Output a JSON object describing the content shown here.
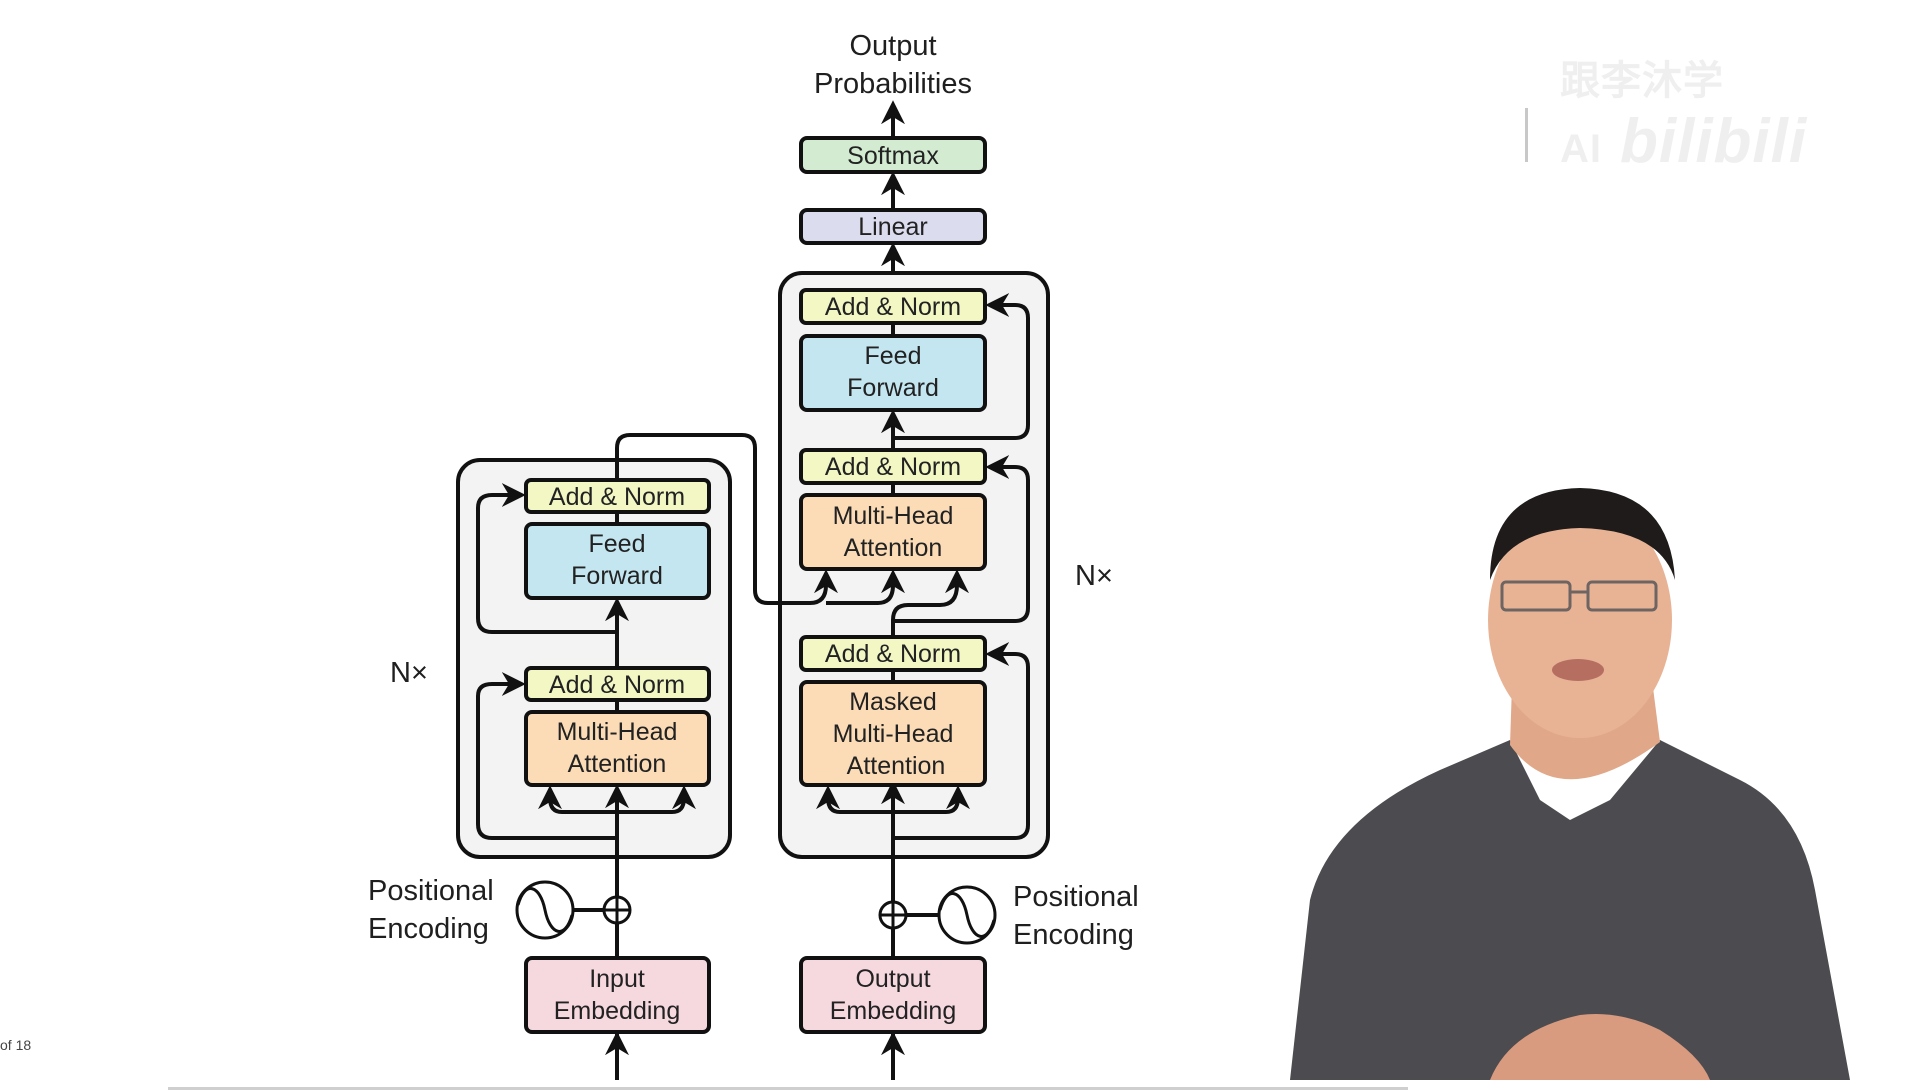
{
  "slide": {
    "page_indicator": "of 18",
    "watermark_text": "跟李沐学AI",
    "watermark_brand": "bilibili"
  },
  "diagram": {
    "title": "Transformer model architecture",
    "output_label_line1": "Output",
    "output_label_line2": "Probabilities",
    "softmax": "Softmax",
    "linear": "Linear",
    "encoder": {
      "repeat_label": "N×",
      "add_norm_top": "Add & Norm",
      "feed_forward_line1": "Feed",
      "feed_forward_line2": "Forward",
      "add_norm_bottom": "Add & Norm",
      "attention_line1": "Multi-Head",
      "attention_line2": "Attention",
      "positional_line1": "Positional",
      "positional_line2": "Encoding",
      "embedding_line1": "Input",
      "embedding_line2": "Embedding"
    },
    "decoder": {
      "repeat_label": "N×",
      "add_norm_top": "Add & Norm",
      "feed_forward_line1": "Feed",
      "feed_forward_line2": "Forward",
      "add_norm_middle": "Add & Norm",
      "cross_attention_line1": "Multi-Head",
      "cross_attention_line2": "Attention",
      "add_norm_bottom": "Add & Norm",
      "masked_attention_line1": "Masked",
      "masked_attention_line2": "Multi-Head",
      "masked_attention_line3": "Attention",
      "positional_line1": "Positional",
      "positional_line2": "Encoding",
      "embedding_line1": "Output",
      "embedding_line2": "Embedding"
    },
    "colors": {
      "softmax": "#d3ecd1",
      "linear": "#dcdcef",
      "add_norm": "#f2f7c4",
      "feed_forward": "#c4e6f1",
      "attention": "#fbdcb7",
      "embedding": "#f6d8df",
      "block_bg": "#f3f3f3",
      "stroke": "#111111"
    }
  }
}
